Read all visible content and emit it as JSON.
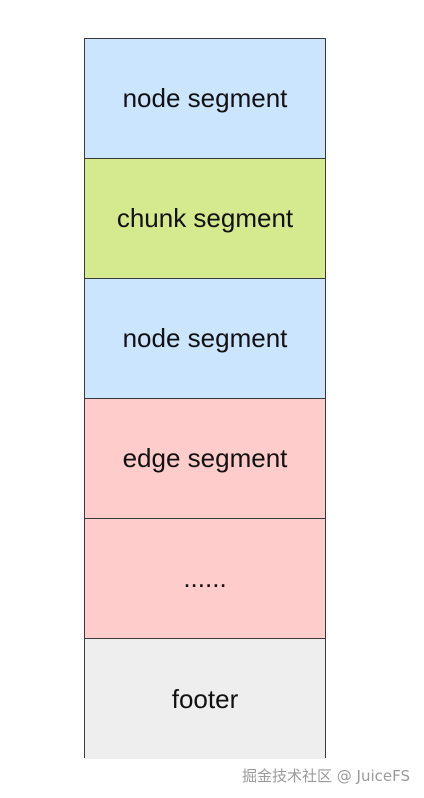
{
  "segments": [
    {
      "label": "node segment",
      "color": "#cce5ff"
    },
    {
      "label": "chunk segment",
      "color": "#d5ea8f"
    },
    {
      "label": "node segment",
      "color": "#cce5ff"
    },
    {
      "label": "edge segment",
      "color": "#ffcccc"
    },
    {
      "label": "......",
      "color": "#ffcccc"
    },
    {
      "label": "footer",
      "color": "#eeeeee"
    }
  ],
  "watermark": "掘金技术社区 @ JuiceFS"
}
